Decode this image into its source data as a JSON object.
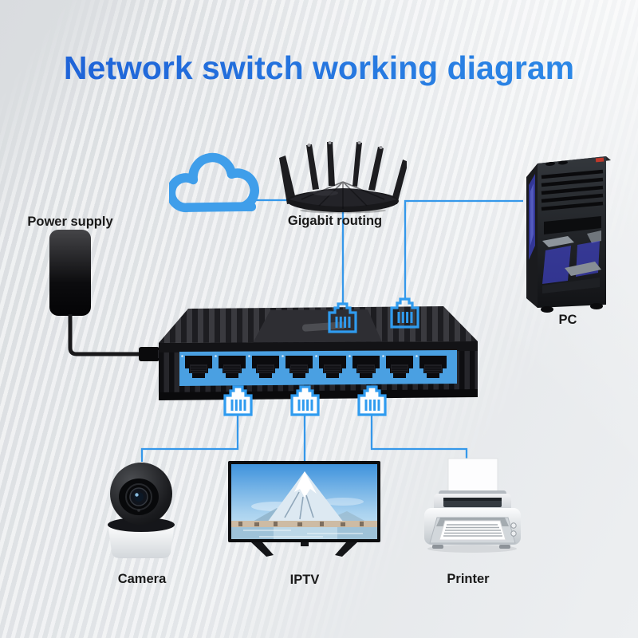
{
  "title": "Network switch working diagram",
  "labels": {
    "power_supply": "Power supply",
    "router": "Gigabit routing",
    "pc": "PC",
    "camera": "Camera",
    "iptv": "IPTV",
    "printer": "Printer"
  },
  "switch": {
    "port_count": 8
  },
  "icons": {
    "cloud": "internet-cloud-icon",
    "rj45": "rj45-connector-icon"
  },
  "colors": {
    "title_blue_start": "#1d5fd6",
    "title_blue_end": "#2e8ce8",
    "line_blue": "#3598ea",
    "rj45_icon_blue": "#2f9bef",
    "port_strip_blue": "#4aa0e2",
    "label_color": "#191919",
    "background_gray": "#e0e3e6"
  }
}
